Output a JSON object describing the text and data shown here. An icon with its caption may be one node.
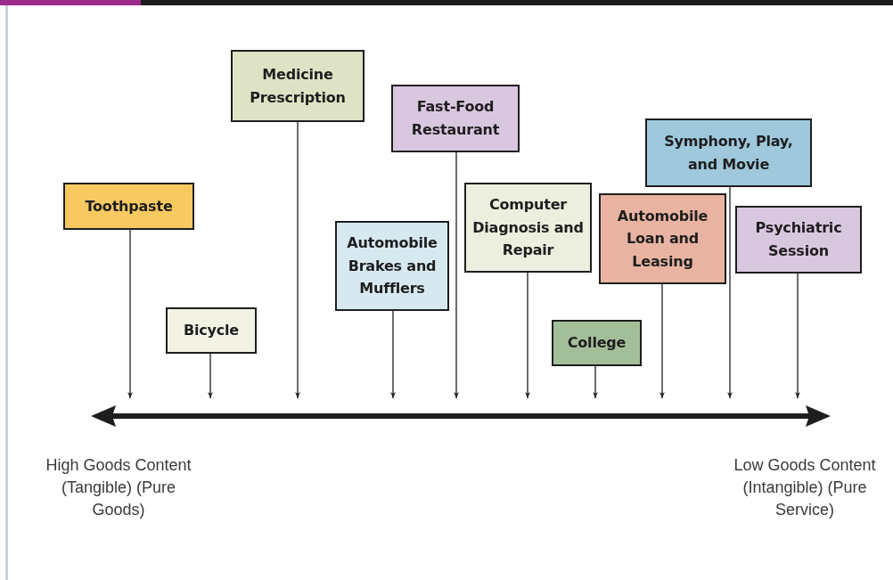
{
  "diagram": {
    "nodes": [
      {
        "text": [
          "Toothpaste"
        ]
      },
      {
        "text": [
          "Bicycle"
        ]
      },
      {
        "text": [
          "Medicine Prescription"
        ]
      },
      {
        "text": [
          "Automobile Brakes and Mufflers"
        ]
      },
      {
        "text": [
          "Fast-Food Restaurant"
        ]
      },
      {
        "text": [
          "Computer Diagnosis and Repair"
        ]
      },
      {
        "text": [
          "College"
        ]
      },
      {
        "text": [
          "Automobile Loan and Leasing"
        ]
      },
      {
        "text": [
          "Symphony, Play, and Movie"
        ]
      },
      {
        "text": [
          "Psychiatric Session"
        ]
      },
      {
        "text": [],
        "shape": "bar"
      }
    ],
    "edges": [
      {
        "from": 0,
        "to": 10,
        "arrow": "to"
      },
      {
        "from": 1,
        "to": 10,
        "arrow": "to"
      },
      {
        "from": 2,
        "to": 10,
        "arrow": "to"
      },
      {
        "from": 3,
        "to": 10,
        "arrow": "to"
      },
      {
        "from": 4,
        "to": 10,
        "arrow": "to"
      },
      {
        "from": 5,
        "to": 10,
        "arrow": "to"
      },
      {
        "from": 6,
        "to": 10,
        "arrow": "to"
      },
      {
        "from": 7,
        "to": 10,
        "arrow": "to"
      },
      {
        "from": 8,
        "to": 10,
        "arrow": "to"
      },
      {
        "from": 9,
        "to": 10,
        "arrow": "to"
      }
    ],
    "labels": [
      "High Goods Content (Tangible) (Pure Goods)",
      "Low Goods Content (Intangible) (Pure Service)"
    ]
  }
}
